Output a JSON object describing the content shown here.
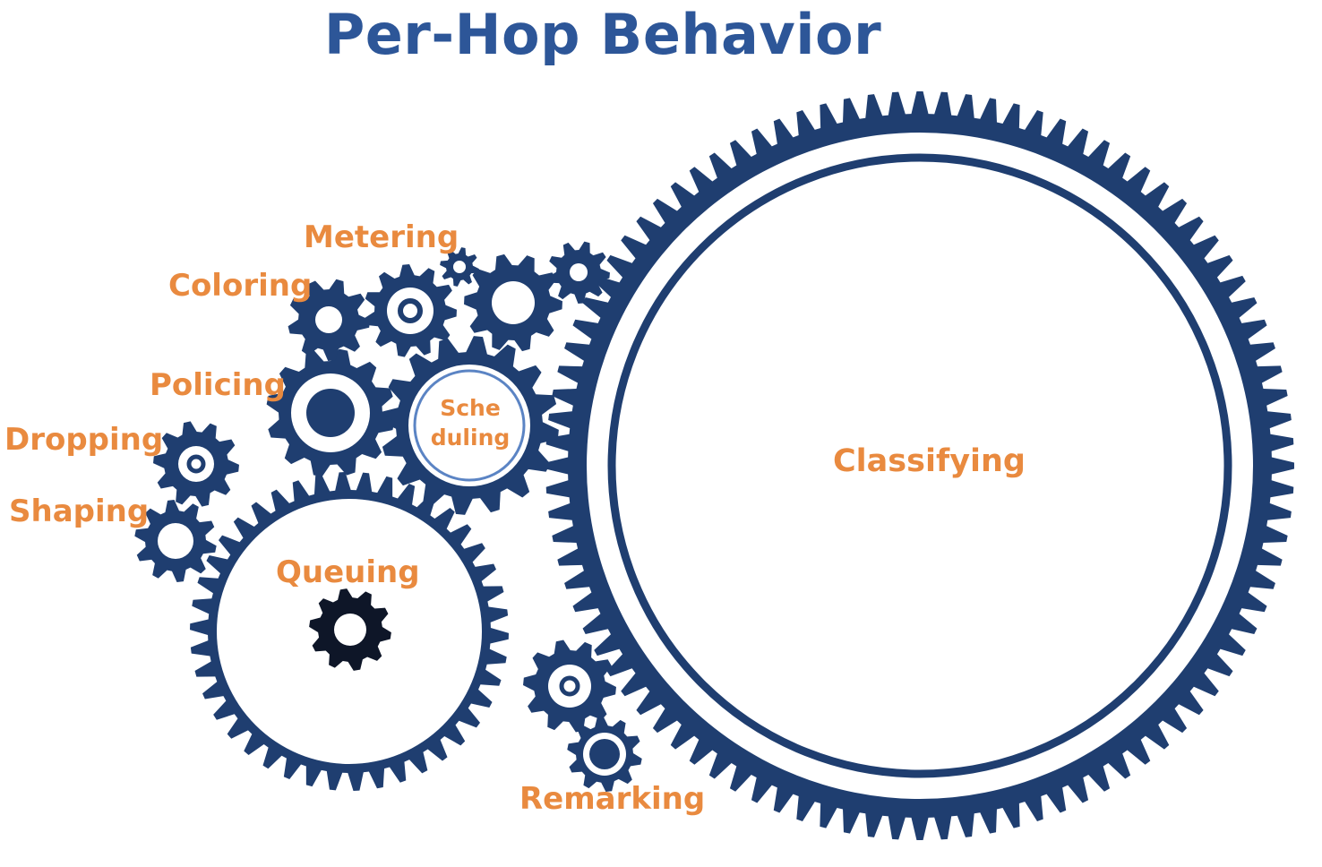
{
  "title": "Per-Hop Behavior",
  "colors": {
    "gear": "#1f3e70",
    "title": "#2d5698",
    "label": "#e98a3f",
    "ring_light": "#5b84c4",
    "accent_dark": "#0e1628"
  },
  "labels": {
    "metering": "Metering",
    "coloring": "Coloring",
    "policing": "Policing",
    "dropping": "Dropping",
    "shaping": "Shaping",
    "queuing": "Queuing",
    "scheduling_line1": "Sche",
    "scheduling_line2": "duling",
    "classifying": "Classifying",
    "remarking": "Remarking"
  },
  "icons": [
    "gear-icon"
  ]
}
